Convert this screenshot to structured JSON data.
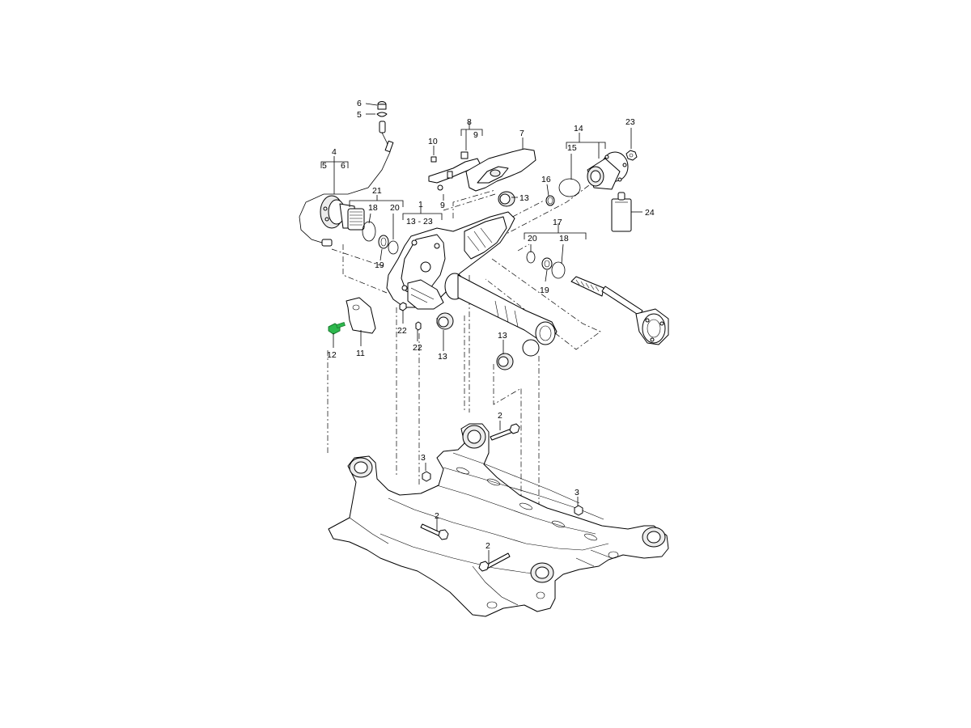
{
  "highlight_color": "#2db84d",
  "callouts": [
    {
      "id": "c6",
      "text": "6"
    },
    {
      "id": "c5",
      "text": "5"
    },
    {
      "id": "c4",
      "text": "4"
    },
    {
      "id": "c4a",
      "text": "5"
    },
    {
      "id": "c4b",
      "text": "6"
    },
    {
      "id": "c8",
      "text": "8"
    },
    {
      "id": "c8a",
      "text": "9"
    },
    {
      "id": "c10",
      "text": "10"
    },
    {
      "id": "c9",
      "text": "9"
    },
    {
      "id": "c7",
      "text": "7"
    },
    {
      "id": "c14",
      "text": "14"
    },
    {
      "id": "c15",
      "text": "15"
    },
    {
      "id": "c23",
      "text": "23"
    },
    {
      "id": "c16",
      "text": "16"
    },
    {
      "id": "c13a",
      "text": "13"
    },
    {
      "id": "c24",
      "text": "24"
    },
    {
      "id": "c21",
      "text": "21"
    },
    {
      "id": "c18a",
      "text": "18"
    },
    {
      "id": "c20a",
      "text": "20"
    },
    {
      "id": "c19a",
      "text": "19"
    },
    {
      "id": "c1",
      "text": "1"
    },
    {
      "id": "c1a",
      "text": "13 - 23"
    },
    {
      "id": "c17",
      "text": "17"
    },
    {
      "id": "c20b",
      "text": "20"
    },
    {
      "id": "c18b",
      "text": "18"
    },
    {
      "id": "c19b",
      "text": "19"
    },
    {
      "id": "c12",
      "text": "12"
    },
    {
      "id": "c11",
      "text": "11"
    },
    {
      "id": "c22a",
      "text": "22"
    },
    {
      "id": "c22b",
      "text": "22"
    },
    {
      "id": "c13b",
      "text": "13"
    },
    {
      "id": "c13c",
      "text": "13"
    },
    {
      "id": "c2a",
      "text": "2"
    },
    {
      "id": "c3a",
      "text": "3"
    },
    {
      "id": "c3b",
      "text": "3"
    },
    {
      "id": "c2b",
      "text": "2"
    },
    {
      "id": "c2c",
      "text": "2"
    }
  ]
}
